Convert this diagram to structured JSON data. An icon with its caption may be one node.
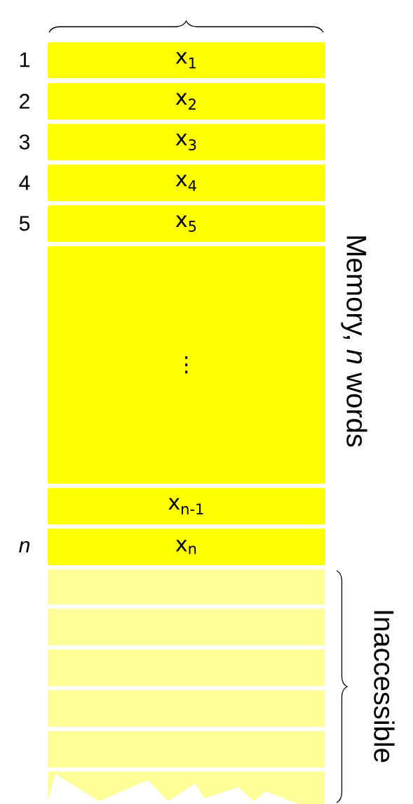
{
  "diagram": {
    "nodes": [
      {
        "text": [
          "x$_{1}$"
        ],
        "beside": [
          "1"
        ]
      },
      {
        "text": [
          "x$_{2}$"
        ],
        "beside": [
          "2"
        ]
      },
      {
        "text": [
          "x$_{3}$"
        ],
        "beside": [
          "3"
        ]
      },
      {
        "text": [
          "x$_{4}$"
        ],
        "beside": [
          "4"
        ]
      },
      {
        "text": [
          "x$_{5}$"
        ],
        "beside": [
          "5"
        ]
      },
      {
        "text": [
          "⋮"
        ]
      },
      {
        "text": [
          "x$_{n-1}$"
        ]
      },
      {
        "text": [
          "x$_{n}$"
        ],
        "beside": [
          "n"
        ]
      },
      {
        "text": [],
        "shape": "box"
      },
      {
        "text": [],
        "shape": "box"
      },
      {
        "text": [],
        "shape": "box"
      },
      {
        "text": [],
        "shape": "box"
      },
      {
        "text": [],
        "shape": "box"
      },
      {
        "text": [],
        "shape": "box"
      }
    ],
    "labels": [
      "Memory, *n* words",
      "Inaccessible"
    ]
  }
}
